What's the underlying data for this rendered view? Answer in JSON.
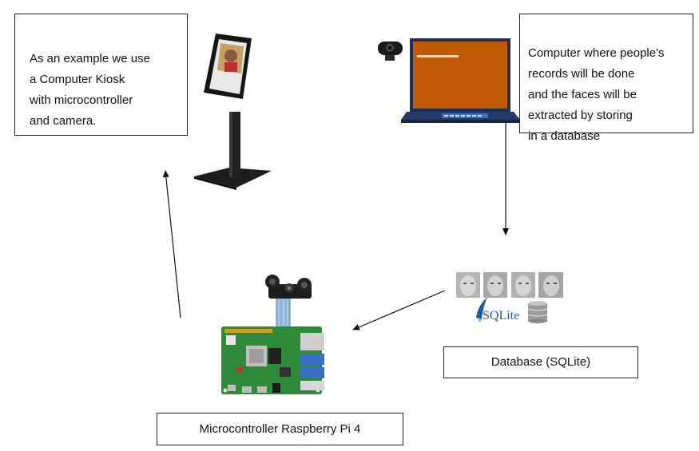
{
  "kiosk_note": {
    "text": "As an example we use\na Computer Kiosk\nwith microcontroller\nand camera."
  },
  "computer_note": {
    "text": "Computer where people's\nrecords will be done\nand the faces will be\nextracted by storing\nin a database"
  },
  "database": {
    "label": "Database (SQLite)",
    "logo_text": "SQLite"
  },
  "microcontroller": {
    "label": "Microcontroller Raspberry Pi 4"
  },
  "icons": [
    "kiosk-icon",
    "laptop-icon",
    "webcam-icon",
    "face-thumbnail-icon",
    "sqlite-logo-icon",
    "database-cylinder-icon",
    "raspberry-pi-board-icon",
    "camera-module-icon"
  ],
  "colors": {
    "laptop_screen": "#c15a08",
    "laptop_body": "#1c2f55",
    "board": "#2f8a3a",
    "kiosk": "#1a1a1a",
    "sqlite_blue": "#1f5a9c"
  }
}
